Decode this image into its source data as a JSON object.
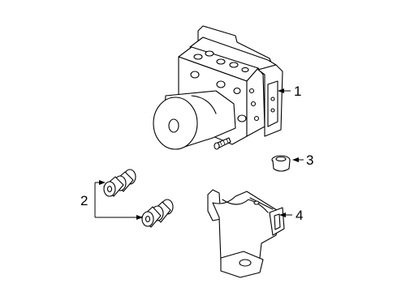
{
  "callouts": [
    {
      "label": "1",
      "part": "abs-modulator-assembly"
    },
    {
      "label": "2",
      "part": "insulator-bushings"
    },
    {
      "label": "3",
      "part": "grommet"
    },
    {
      "label": "4",
      "part": "mounting-bracket"
    }
  ]
}
